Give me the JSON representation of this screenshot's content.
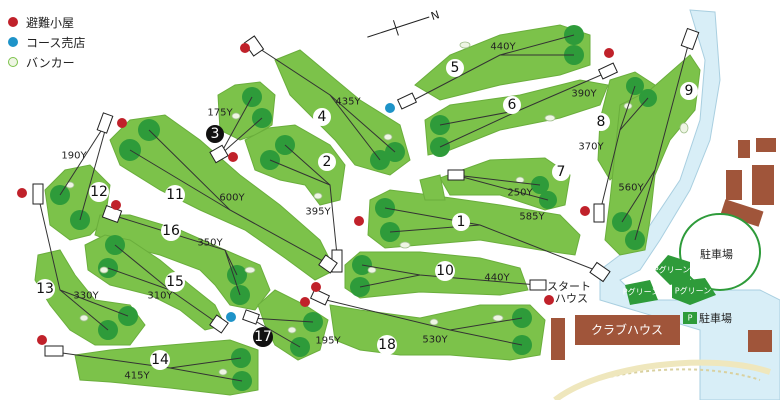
{
  "legend": {
    "shelter": "避難小屋",
    "shop": "コース売店",
    "bunker": "バンカー"
  },
  "colors": {
    "fairway": "#7cc24a",
    "green": "#2e9b3a",
    "water": "#d8eef7",
    "shelter": "#c0212a",
    "shop": "#1e93c8",
    "building": "#a0553a",
    "bunker": "#eef5e4"
  },
  "north_mark": "N",
  "holes": [
    {
      "num": "1",
      "yard": "585Y"
    },
    {
      "num": "2",
      "yard": "395Y"
    },
    {
      "num": "3",
      "yard": "175Y"
    },
    {
      "num": "4",
      "yard": "435Y"
    },
    {
      "num": "5",
      "yard": "440Y"
    },
    {
      "num": "6",
      "yard": "390Y"
    },
    {
      "num": "7",
      "yard": "250Y"
    },
    {
      "num": "8",
      "yard": "370Y"
    },
    {
      "num": "9",
      "yard": "560Y"
    },
    {
      "num": "10",
      "yard": "440Y"
    },
    {
      "num": "11",
      "yard": "600Y"
    },
    {
      "num": "12",
      "yard": "190Y"
    },
    {
      "num": "13",
      "yard": "330Y"
    },
    {
      "num": "14",
      "yard": "415Y"
    },
    {
      "num": "15",
      "yard": "310Y"
    },
    {
      "num": "16",
      "yard": "350Y"
    },
    {
      "num": "17",
      "yard": "195Y"
    },
    {
      "num": "18",
      "yard": "530Y"
    }
  ],
  "facilities": {
    "parking": "駐車場",
    "parking2": "駐車場",
    "clubhouse": "クラブハウス",
    "start_house": "スタート\nハウス",
    "start_line1": "スタート",
    "start_line2": "ハウス",
    "putting1": "Pグリーン",
    "putting2": "Pグリーン",
    "putting3": "Pグリーン",
    "p_mark": "P"
  }
}
